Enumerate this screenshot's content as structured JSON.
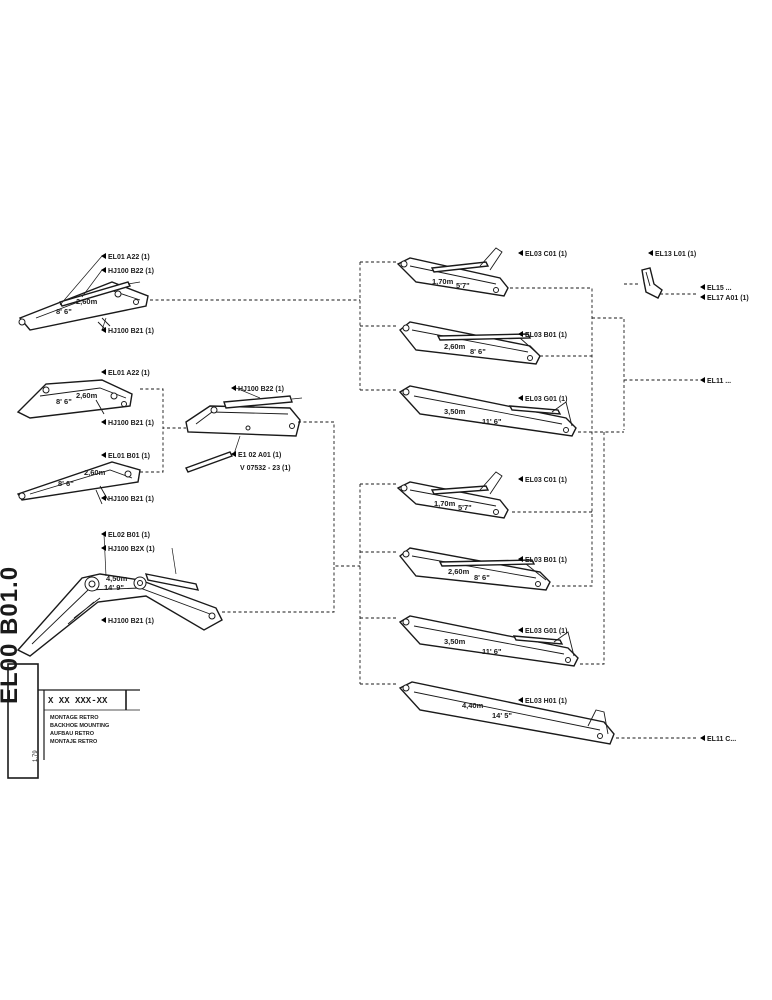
{
  "title_block": {
    "code": "EL00 B01.0",
    "reference": "X XX XXX-XX",
    "date": "1.79",
    "title_lines": [
      "MONTAGE RETRO",
      "BACKHOE MOUNTING",
      "AUFBAU RETRO",
      "MONTAJE RETRO"
    ]
  },
  "labels": {
    "el01_a22": "EL01 A22 (1)",
    "hj100_b22_top": "HJ100 B22 (1)",
    "hj100_b21_top": "HJ100 B21 (1)",
    "el01_a22_b": "EL01 A22 (1)",
    "hj100_b21_b": "HJ100 B21 (1)",
    "el01_b01": "EL01 B01 (1)",
    "hj100_b21_c": "HJ100 B21 (1)",
    "el02_b01": "EL02 B01 (1)",
    "hj100_b2x": "HJ100 B2X (1)",
    "hj100_b21_d": "HJ100 B21 (1)",
    "hj100_b22_mid": "HJ100 B22 (1)",
    "el02_a01": "E1 02 A01 (1)",
    "v07532": "V 07532 - 23 (1)",
    "el03_c01_a": "EL03 C01 (1)",
    "el03_b01_a": "EL03 B01 (1)",
    "el03_g01_a": "EL03 G01 (1)",
    "el03_c01_b": "EL03 C01 (1)",
    "el03_b01_b": "EL03 B01 (1)",
    "el03_g01_b": "EL03 G01 (1)",
    "el03_h01": "EL03 H01 (1)",
    "el13_l01": "EL13 L01 (1)",
    "el15": "EL15 ...",
    "el17_a01": "EL17 A01 (1)",
    "el11_a": "EL11 ...",
    "el11_c": "EL11 C..."
  },
  "dimensions": {
    "boom_a_m": "2,60m",
    "boom_a_ft": "8' 6\"",
    "boom_b_m": "2,60m",
    "boom_b_ft": "8' 6\"",
    "boom_c_m": "2,60m",
    "boom_c_ft": "8' 6\"",
    "boom_d_m": "4,50m",
    "boom_d_ft": "14' 9\"",
    "dip1_m": "1,70m",
    "dip1_ft": "5'7\"",
    "dip2_m": "2,60m",
    "dip2_ft": "8' 6\"",
    "dip3_m": "3,50m",
    "dip3_ft": "11' 6\"",
    "dip4_m": "1,70m",
    "dip4_ft": "5'7\"",
    "dip5_m": "2,60m",
    "dip5_ft": "8' 6\"",
    "dip6_m": "3,50m",
    "dip6_ft": "11' 6\"",
    "dip7_m": "4,40m",
    "dip7_ft": "14' 5\""
  }
}
